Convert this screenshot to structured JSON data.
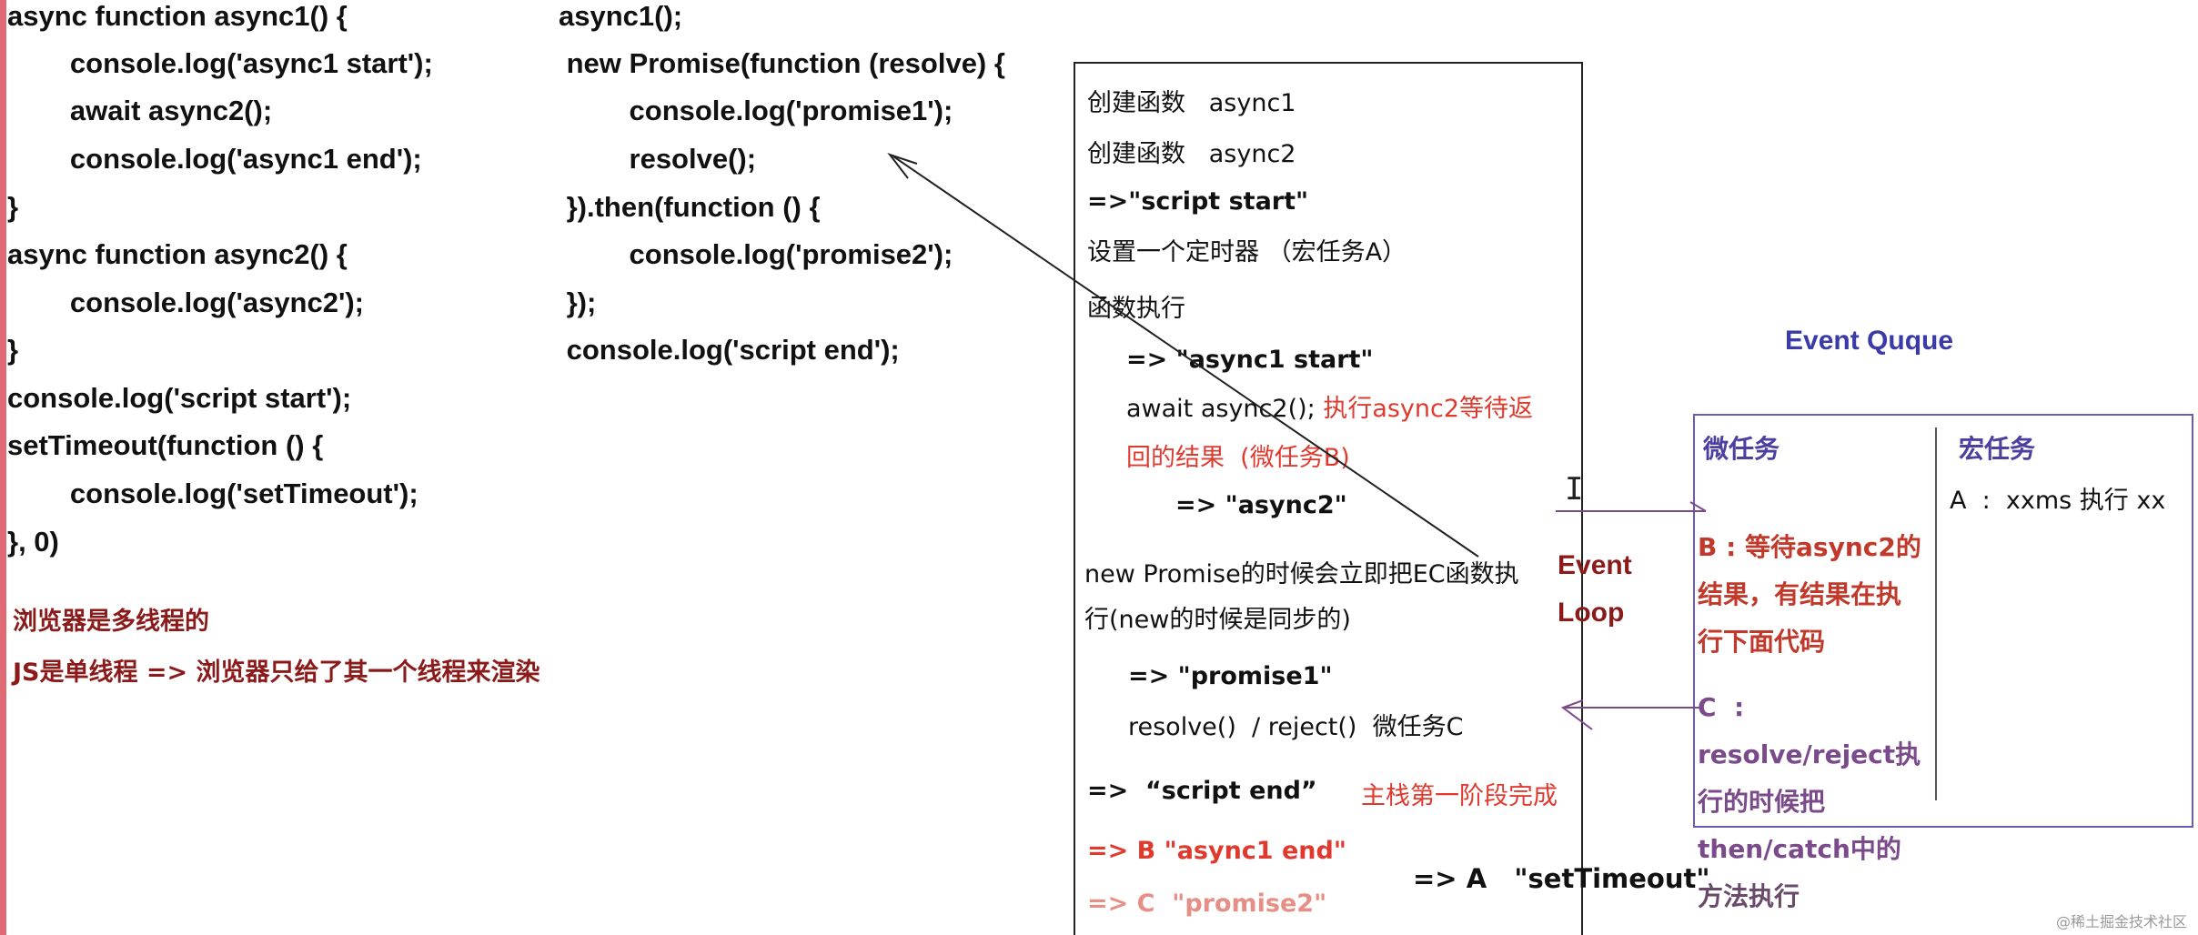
{
  "code_left": [
    "async function async1() {",
    "        console.log('async1 start');",
    "        await async2();",
    "        console.log('async1 end');",
    "}",
    "async function async2() {",
    "        console.log('async2');",
    "}",
    "console.log('script start');",
    "setTimeout(function () {",
    "        console.log('setTimeout');",
    "}, 0)"
  ],
  "code_middle": [
    "async1();",
    " new Promise(function (resolve) {",
    "         console.log('promise1');",
    "         resolve();",
    " }).then(function () {",
    "         console.log('promise2');",
    " });",
    " console.log('script end');"
  ],
  "notes": {
    "line1": "浏览器是多线程的",
    "line2": "JS是单线程 => 浏览器只给了其一个线程来渲染"
  },
  "steps": {
    "s1": "创建函数   async1",
    "s2": "创建函数   async2",
    "s3": "=>\"script start\"",
    "s4": "设置一个定时器 （宏任务A）",
    "s5": "函数执行",
    "s6": "=> \"async1 start\"",
    "s7_code": "await async2();",
    "s7_note": " 执行async2等待返",
    "s8": "回的结果  (微任务B)",
    "s9": "=> \"async2\"",
    "s10": "new Promise的时候会立即把EC函数执",
    "s11": "行(new的时候是同步的)",
    "s12": "=> \"promise1\"",
    "s13": "resolve()  / reject()  微任务C",
    "s14": "=>  “script end”",
    "s14_note": "主栈第一阶段完成",
    "s15": "=> B \"async1 end\"",
    "s16": "=> C  \"promise2\"",
    "s17": "=> A   \"setTimeout\""
  },
  "event_loop": {
    "line1": "Event",
    "line2": "Loop"
  },
  "queue": {
    "title": "Event Quque",
    "micro_header": "微任务",
    "macro_header": "宏任务",
    "micro_b": [
      "B : 等待async2的",
      "结果，有结果在执",
      "行下面代码"
    ],
    "micro_c": [
      "C  :",
      "resolve/reject执",
      "行的时候把",
      "then/catch中的",
      "方法执行"
    ],
    "macro_a": "A  :  xxms 执行 xx"
  },
  "watermark": "@稀土掘金技术社区",
  "colors": {
    "red": "#e03a2f",
    "dark_red": "#8b1a1a",
    "blue": "#3a3aa8",
    "purple": "#7b4a8a",
    "queue_border": "#6a5cb5"
  }
}
